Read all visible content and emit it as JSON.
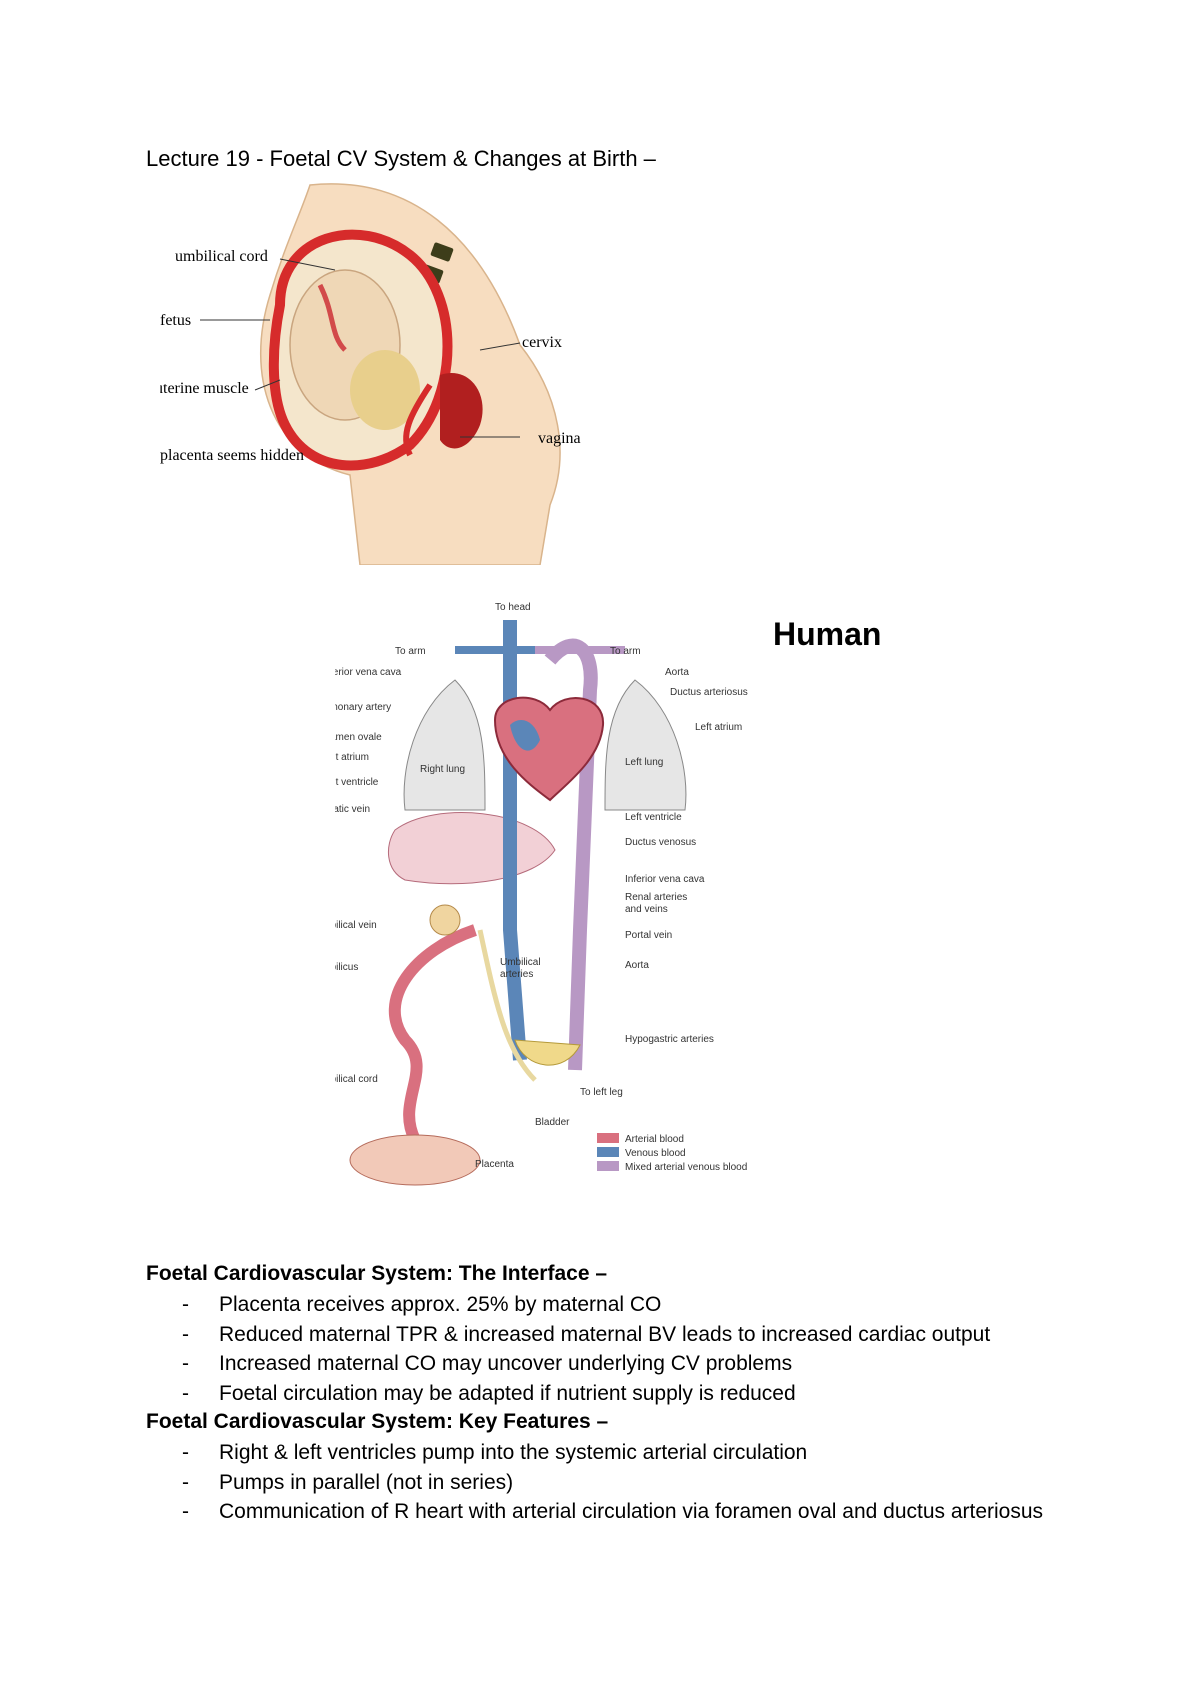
{
  "title": "Lecture 19 - Foetal CV System & Changes at Birth –",
  "figure1": {
    "labels": {
      "umbilical_cord": "umbilical cord",
      "fetus": "fetus",
      "uterine_muscle": "uterine muscle",
      "placenta": "placenta seems hidden",
      "cervix": "cervix",
      "vagina": "vagina"
    }
  },
  "figure2": {
    "heading": "Human",
    "labels": {
      "to_head": "To head",
      "to_arm_left": "To arm",
      "to_arm_right": "To arm",
      "svc": "Superior vena cava",
      "pulm_artery": "Pulmonary artery",
      "foramen_ovale": "Foramen ovale",
      "right_atrium": "Right atrium",
      "right_ventricle": "Right ventricle",
      "hepatic_vein": "Hepatic vein",
      "umbilical_vein": "Umbilical vein",
      "umbilicus": "Umbilicus",
      "umbilical_cord": "Umbilical cord",
      "right_lung": "Right lung",
      "left_lung": "Left lung",
      "umbilical_arteries_1": "Umbilical",
      "umbilical_arteries_2": "arteries",
      "aorta_top": "Aorta",
      "ductus_arteriosus": "Ductus arteriosus",
      "left_atrium": "Left atrium",
      "left_ventricle": "Left ventricle",
      "ductus_venosus": "Ductus venosus",
      "ivc": "Inferior vena cava",
      "renal_1": "Renal arteries",
      "renal_2": "and veins",
      "portal_vein": "Portal vein",
      "aorta_bottom": "Aorta",
      "hypogastric": "Hypogastric arteries",
      "to_left_leg": "To left leg",
      "bladder": "Bladder",
      "placenta": "Placenta"
    },
    "legend": [
      {
        "label": "Arterial blood",
        "color": "#d9707f"
      },
      {
        "label": "Venous blood",
        "color": "#5b86b8"
      },
      {
        "label": "Mixed arterial venous blood",
        "color": "#b898c4"
      }
    ]
  },
  "sections": [
    {
      "heading": "Foetal Cardiovascular System: The Interface –",
      "bullets": [
        "Placenta receives approx. 25% by maternal CO",
        "Reduced maternal TPR & increased maternal BV leads to increased cardiac output",
        "Increased maternal CO may uncover underlying CV problems",
        "Foetal circulation may be adapted if nutrient supply is reduced"
      ]
    },
    {
      "heading": "Foetal Cardiovascular System: Key Features –",
      "bullets": [
        "Right & left ventricles pump into the systemic arterial circulation",
        "Pumps in parallel (not in series)",
        "Communication of R heart with arterial circulation via foramen oval and ductus arteriosus"
      ]
    }
  ],
  "bullet_marker": "-"
}
